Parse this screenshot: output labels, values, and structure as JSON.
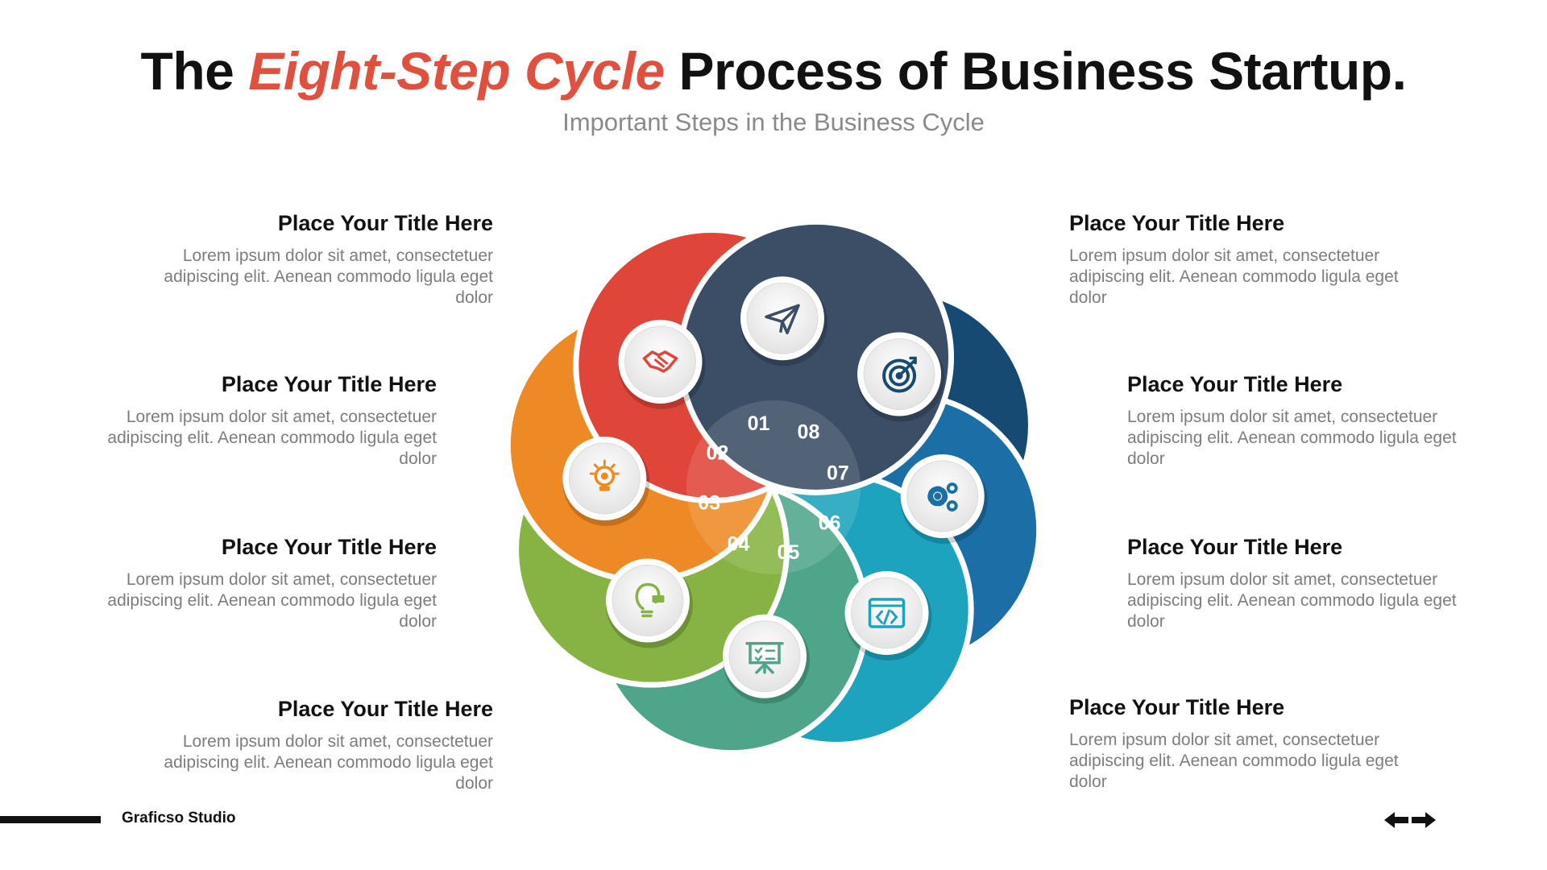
{
  "header": {
    "title_part1": "The ",
    "title_highlight": "Eight-Step Cycle",
    "title_part2": " Process of Business Startup.",
    "subtitle": "Important Steps in the Business Cycle"
  },
  "colors": {
    "accent": "#e0503f",
    "step_01": "#e0453a",
    "step_02": "#ee8a25",
    "step_03": "#86b343",
    "step_04": "#4fa58a",
    "step_05": "#1da3be",
    "step_06": "#1c6fa6",
    "step_07": "#174a72",
    "step_08": "#3b4e66"
  },
  "steps": [
    {
      "number": "01",
      "icon": "handshake-icon"
    },
    {
      "number": "02",
      "icon": "lightbulb-gear-icon"
    },
    {
      "number": "03",
      "icon": "idea-bulb-icon"
    },
    {
      "number": "04",
      "icon": "presentation-board-icon"
    },
    {
      "number": "05",
      "icon": "code-window-icon"
    },
    {
      "number": "06",
      "icon": "gears-icon"
    },
    {
      "number": "07",
      "icon": "target-icon"
    },
    {
      "number": "08",
      "icon": "paper-plane-icon"
    }
  ],
  "blocks": [
    {
      "title": "Place Your Title Here",
      "text": "Lorem ipsum dolor sit amet, consectetuer adipiscing elit. Aenean commodo ligula eget dolor"
    },
    {
      "title": "Place Your Title Here",
      "text": "Lorem ipsum dolor sit amet, consectetuer adipiscing elit. Aenean commodo ligula eget dolor"
    },
    {
      "title": "Place Your Title Here",
      "text": "Lorem ipsum dolor sit amet, consectetuer adipiscing elit. Aenean commodo ligula eget dolor"
    },
    {
      "title": "Place Your Title Here",
      "text": "Lorem ipsum dolor sit amet, consectetuer adipiscing elit. Aenean commodo ligula eget dolor"
    },
    {
      "title": "Place Your Title Here",
      "text": "Lorem ipsum dolor sit amet, consectetuer adipiscing elit. Aenean commodo ligula eget dolor"
    },
    {
      "title": "Place Your Title Here",
      "text": "Lorem ipsum dolor sit amet, consectetuer adipiscing elit. Aenean commodo ligula eget dolor"
    },
    {
      "title": "Place Your Title Here",
      "text": "Lorem ipsum dolor sit amet, consectetuer adipiscing elit. Aenean commodo ligula eget dolor"
    },
    {
      "title": "Place Your Title Here",
      "text": "Lorem ipsum dolor sit amet, consectetuer adipiscing elit. Aenean commodo ligula eget dolor"
    }
  ],
  "footer": {
    "brand": "Graficso Studio",
    "prev_icon": "arrow-left-icon",
    "next_icon": "arrow-right-icon"
  }
}
